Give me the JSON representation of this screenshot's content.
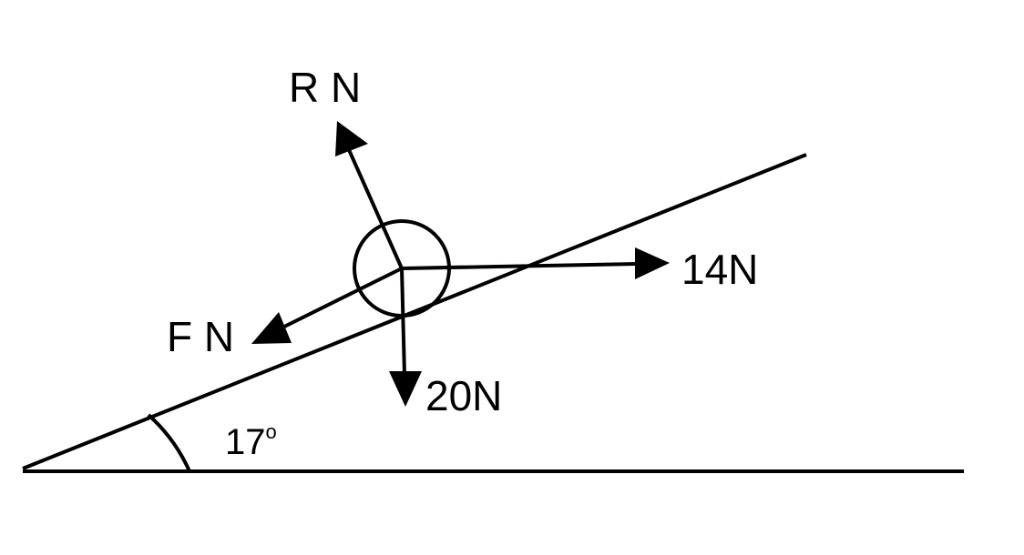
{
  "labels": {
    "reaction": "R N",
    "friction": "F N",
    "horizontal_force": "14N",
    "weight": "20N"
  },
  "angle": {
    "value": "17",
    "unit": "o"
  }
}
